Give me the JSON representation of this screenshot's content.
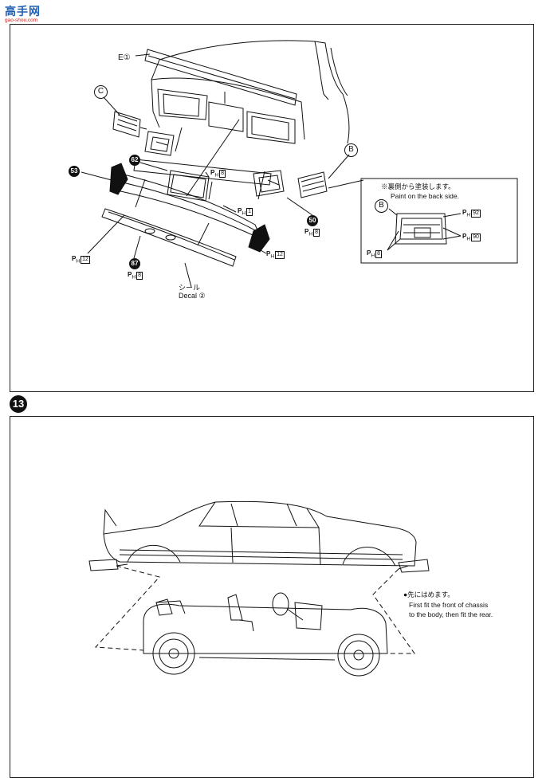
{
  "watermark": {
    "brand": "高手网",
    "url": "gao-shou.com"
  },
  "top_panel": {
    "parts": {
      "e1": "E①",
      "c": "C",
      "b": "B",
      "b_detail": "B",
      "p53": "53",
      "p62": "62",
      "p50": "50",
      "p87": "87"
    },
    "paint": {
      "ph8_top": "8",
      "ph1": "1",
      "ph8_50": "8",
      "ph12_left": "12",
      "ph12_right": "12",
      "ph8_87": "8",
      "ph92": "92",
      "ph90": "90",
      "ph8_detail": "8",
      "prefix": "P",
      "sub": "H"
    },
    "decal_jp": "シール",
    "decal_en": "Decal ②",
    "note_jp": "※裏側から塗装します。",
    "note_en": "Paint on the back side."
  },
  "step": {
    "number": "13"
  },
  "bottom_panel": {
    "note_jp": "●先にはめます。",
    "note_en_line1": "First fit the front of chassis",
    "note_en_line2": "to the body, then fit the rear."
  }
}
